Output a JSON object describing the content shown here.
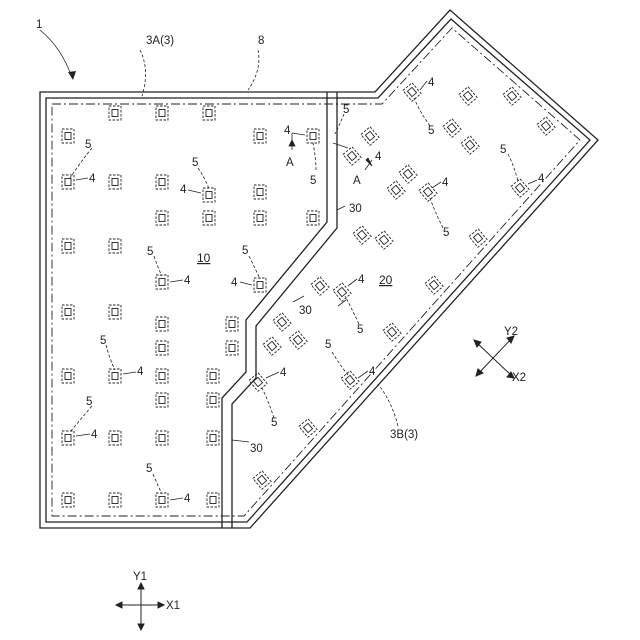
{
  "labels": {
    "ref_device": "1",
    "ref_region_a": "3A(3)",
    "ref_frame": "8",
    "ref_region_b": "3B(3)",
    "ref_panel_left": "10",
    "ref_panel_right": "20",
    "ref_seam_1": "30",
    "ref_seam_2": "30",
    "ref_seam_3": "30",
    "ref_element": "4",
    "ref_unit": "5",
    "section_mark_left": "A",
    "section_mark_right": "A"
  },
  "axes": {
    "y1": "Y1",
    "x1": "X1",
    "y2": "Y2",
    "x2": "X2"
  },
  "diagram": {
    "style": "patent line drawing",
    "line_color": "#222222",
    "background": "#ffffff"
  }
}
